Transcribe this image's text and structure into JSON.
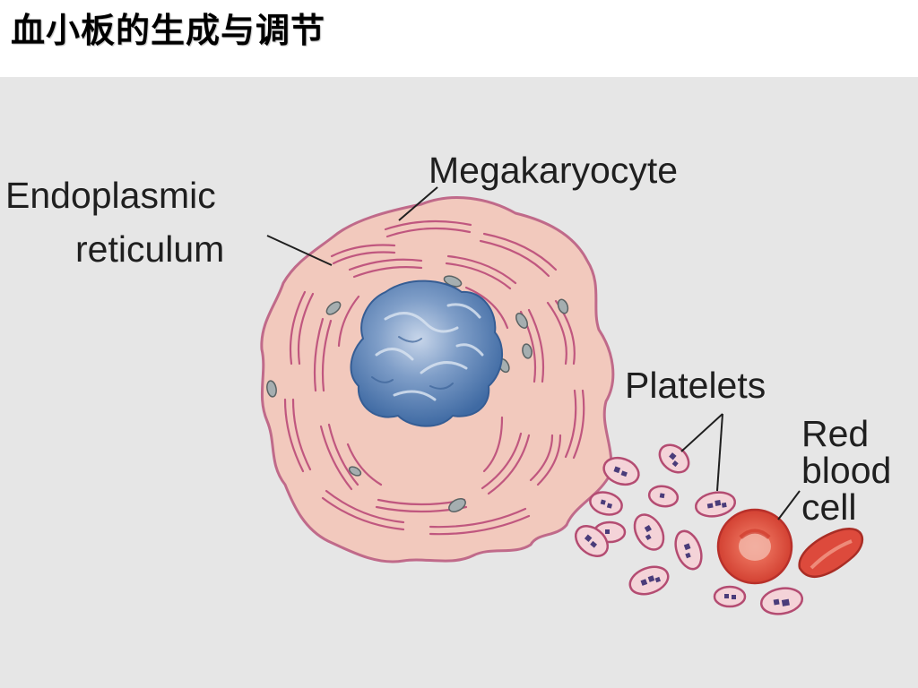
{
  "slide": {
    "title": "血小板的生成与调节"
  },
  "diagram": {
    "labels": {
      "megakaryocyte": "Megakaryocyte",
      "endoplasmic_reticulum_line1": "Endoplasmic",
      "endoplasmic_reticulum_line2": "reticulum",
      "platelets": "Platelets",
      "red_blood_cell_line1": "Red",
      "red_blood_cell_line2": "blood",
      "red_blood_cell_line3": "cell"
    },
    "colors": {
      "panel_background": "#e6e6e6",
      "cytoplasm_fill": "#f2c9bd",
      "cytoplasm_outline": "#c06a8a",
      "er_membrane": "#c0577f",
      "nucleus": "#4f79ad",
      "granule": "#4a3c7a",
      "red_blood_cell": "#dd4a3c"
    }
  }
}
